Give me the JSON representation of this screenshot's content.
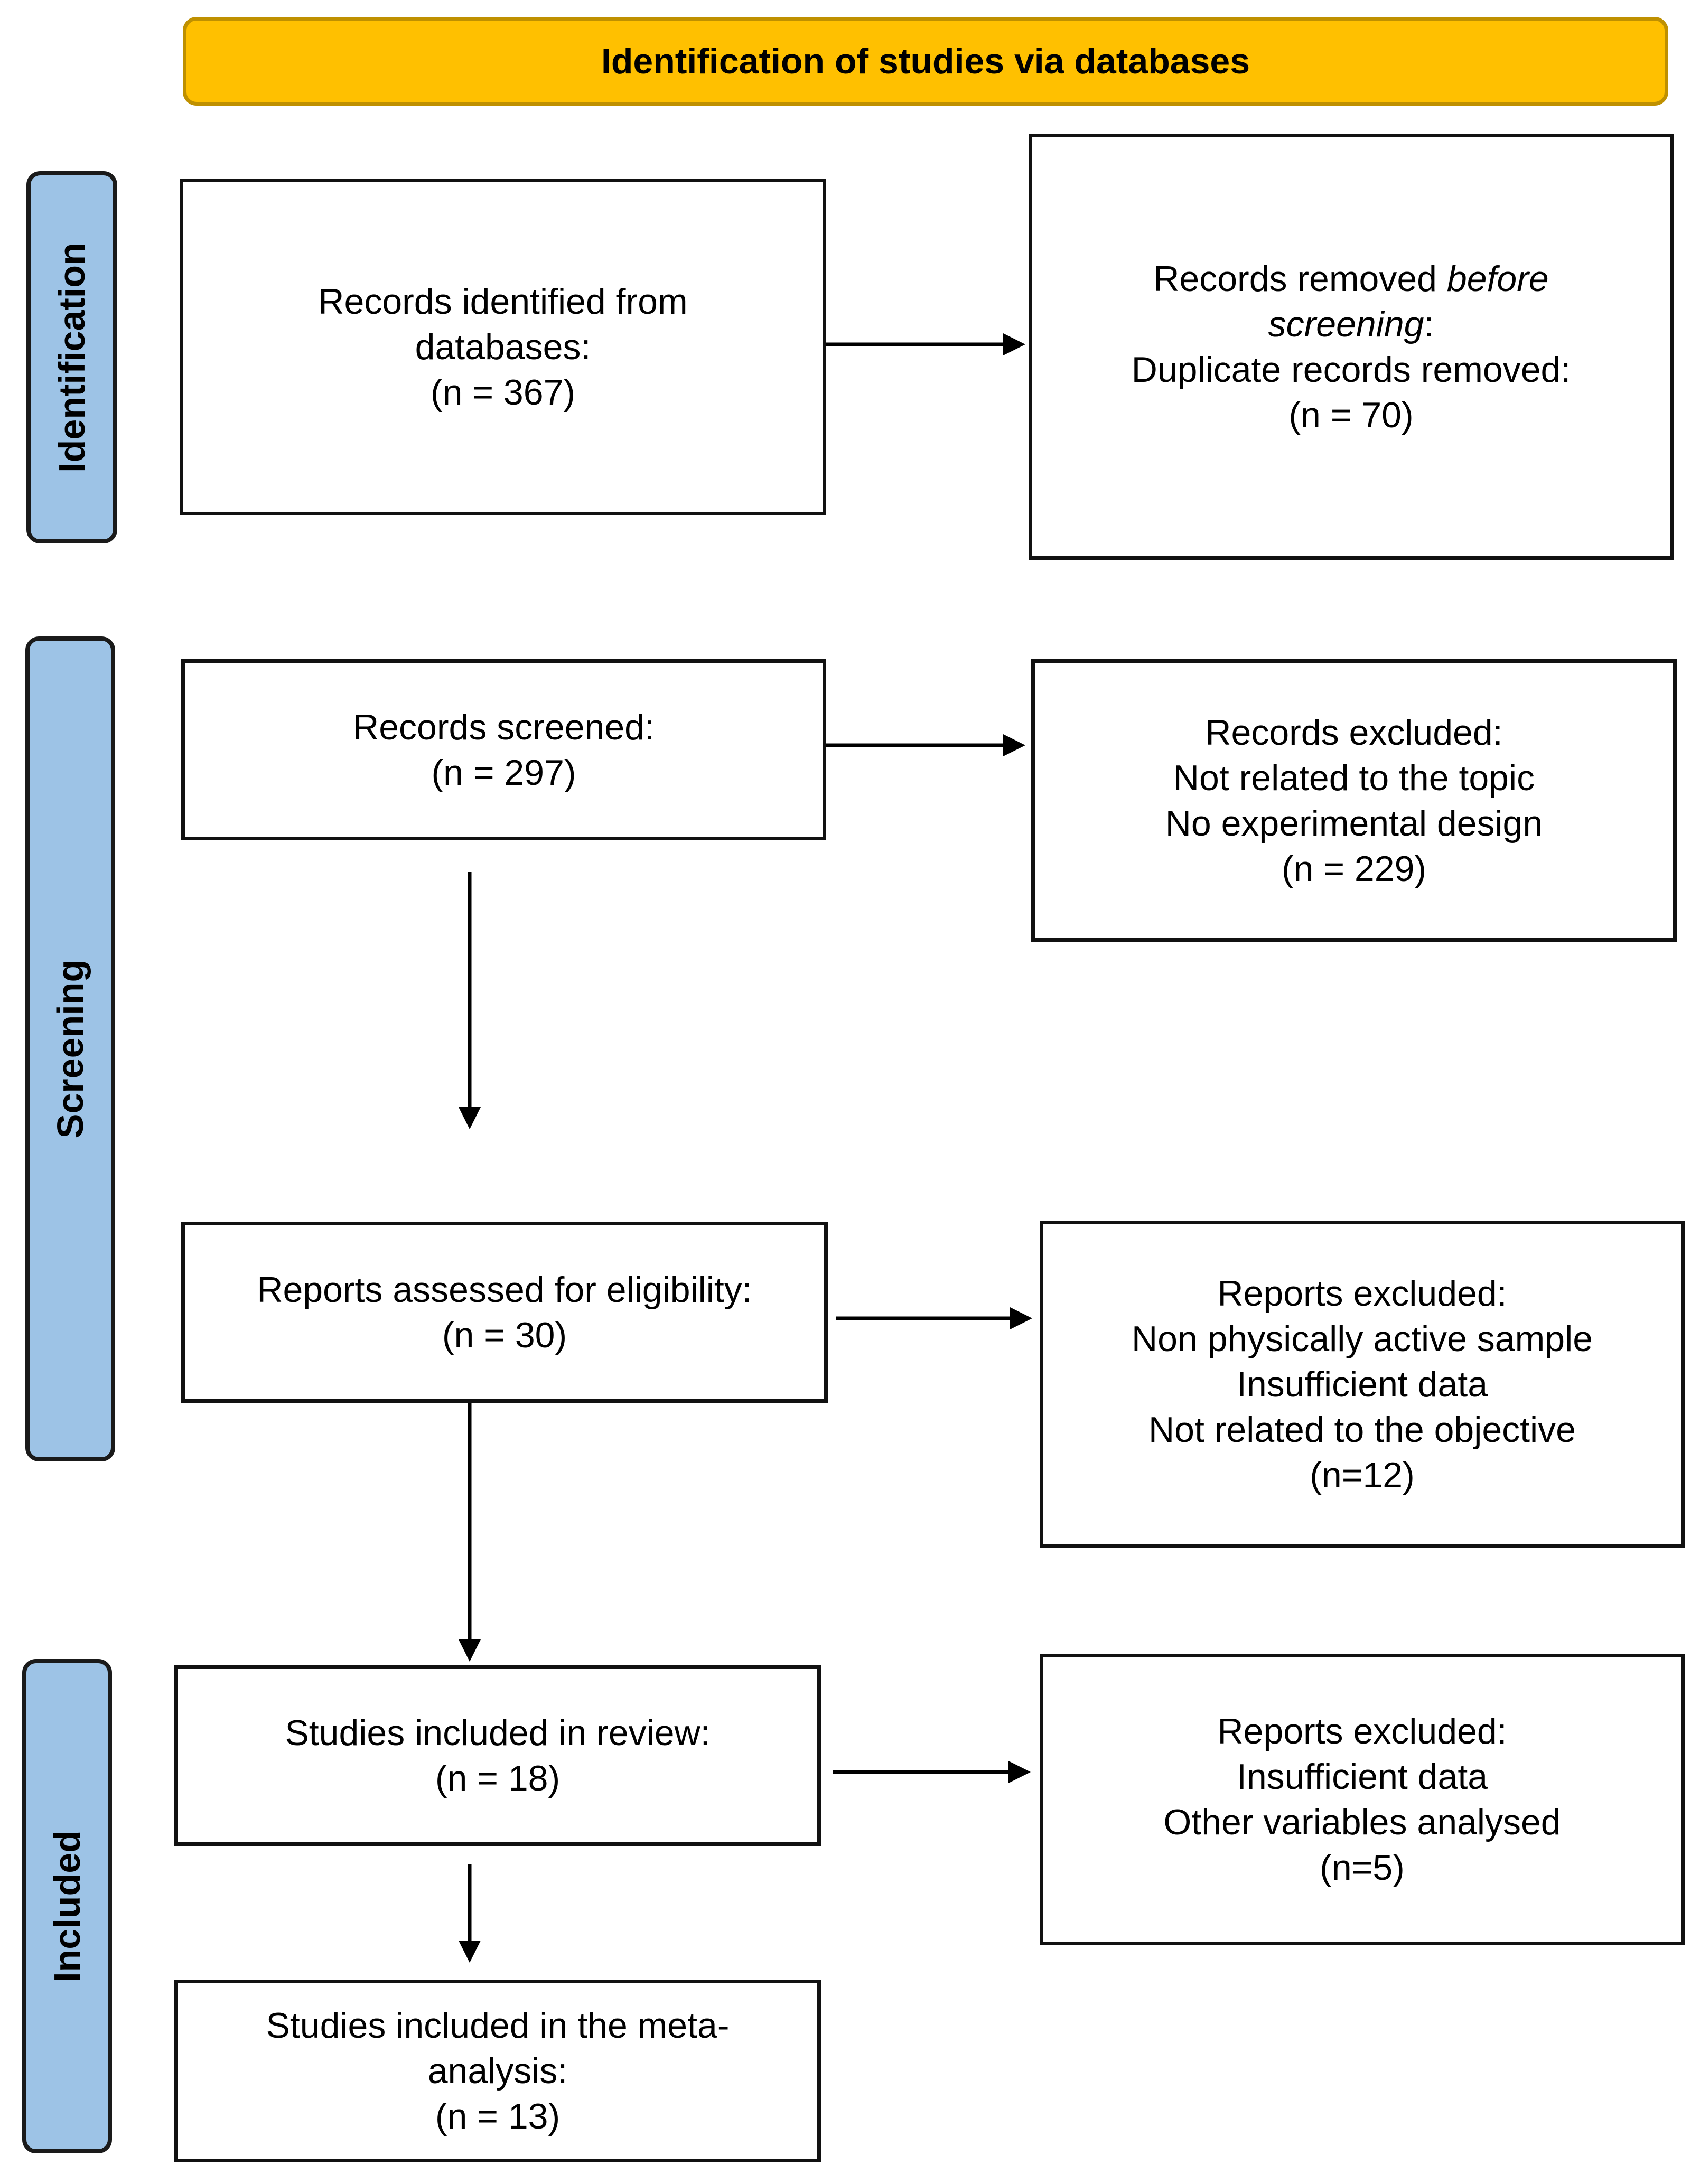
{
  "header": {
    "title": "Identification of studies via databases"
  },
  "phases": {
    "identification": "Identification",
    "screening": "Screening",
    "included": "Included"
  },
  "boxes": {
    "records_identified": {
      "lines": [
        "Records identified from",
        "databases:",
        "(n = 367)"
      ]
    },
    "records_removed": {
      "line1_pre": "Records removed ",
      "line1_italic": "before",
      "line2_italic": "screening",
      "line2_post": ":",
      "line3": "Duplicate records removed:",
      "line4": "(n = 70)"
    },
    "records_screened": {
      "lines": [
        "Records screened:",
        "(n = 297)"
      ]
    },
    "records_excluded": {
      "lines": [
        "Records excluded:",
        "Not related to the topic",
        "No experimental design",
        "(n = 229)"
      ]
    },
    "reports_assessed": {
      "lines": [
        "Reports assessed for eligibility:",
        "(n = 30)"
      ]
    },
    "reports_excluded_1": {
      "lines": [
        "Reports excluded:",
        "Non physically active sample",
        "Insufficient data",
        "Not related to the objective",
        "(n=12)"
      ]
    },
    "studies_review": {
      "lines": [
        "Studies included in review:",
        "(n = 18)"
      ]
    },
    "reports_excluded_2": {
      "lines": [
        "Reports excluded:",
        "Insufficient data",
        "Other variables analysed",
        "(n=5)"
      ]
    },
    "studies_meta": {
      "lines": [
        "Studies included in the meta-",
        "analysis:",
        "(n = 13)"
      ]
    }
  },
  "colors": {
    "header": "#FFC000",
    "phase": "#9DC3E6"
  }
}
